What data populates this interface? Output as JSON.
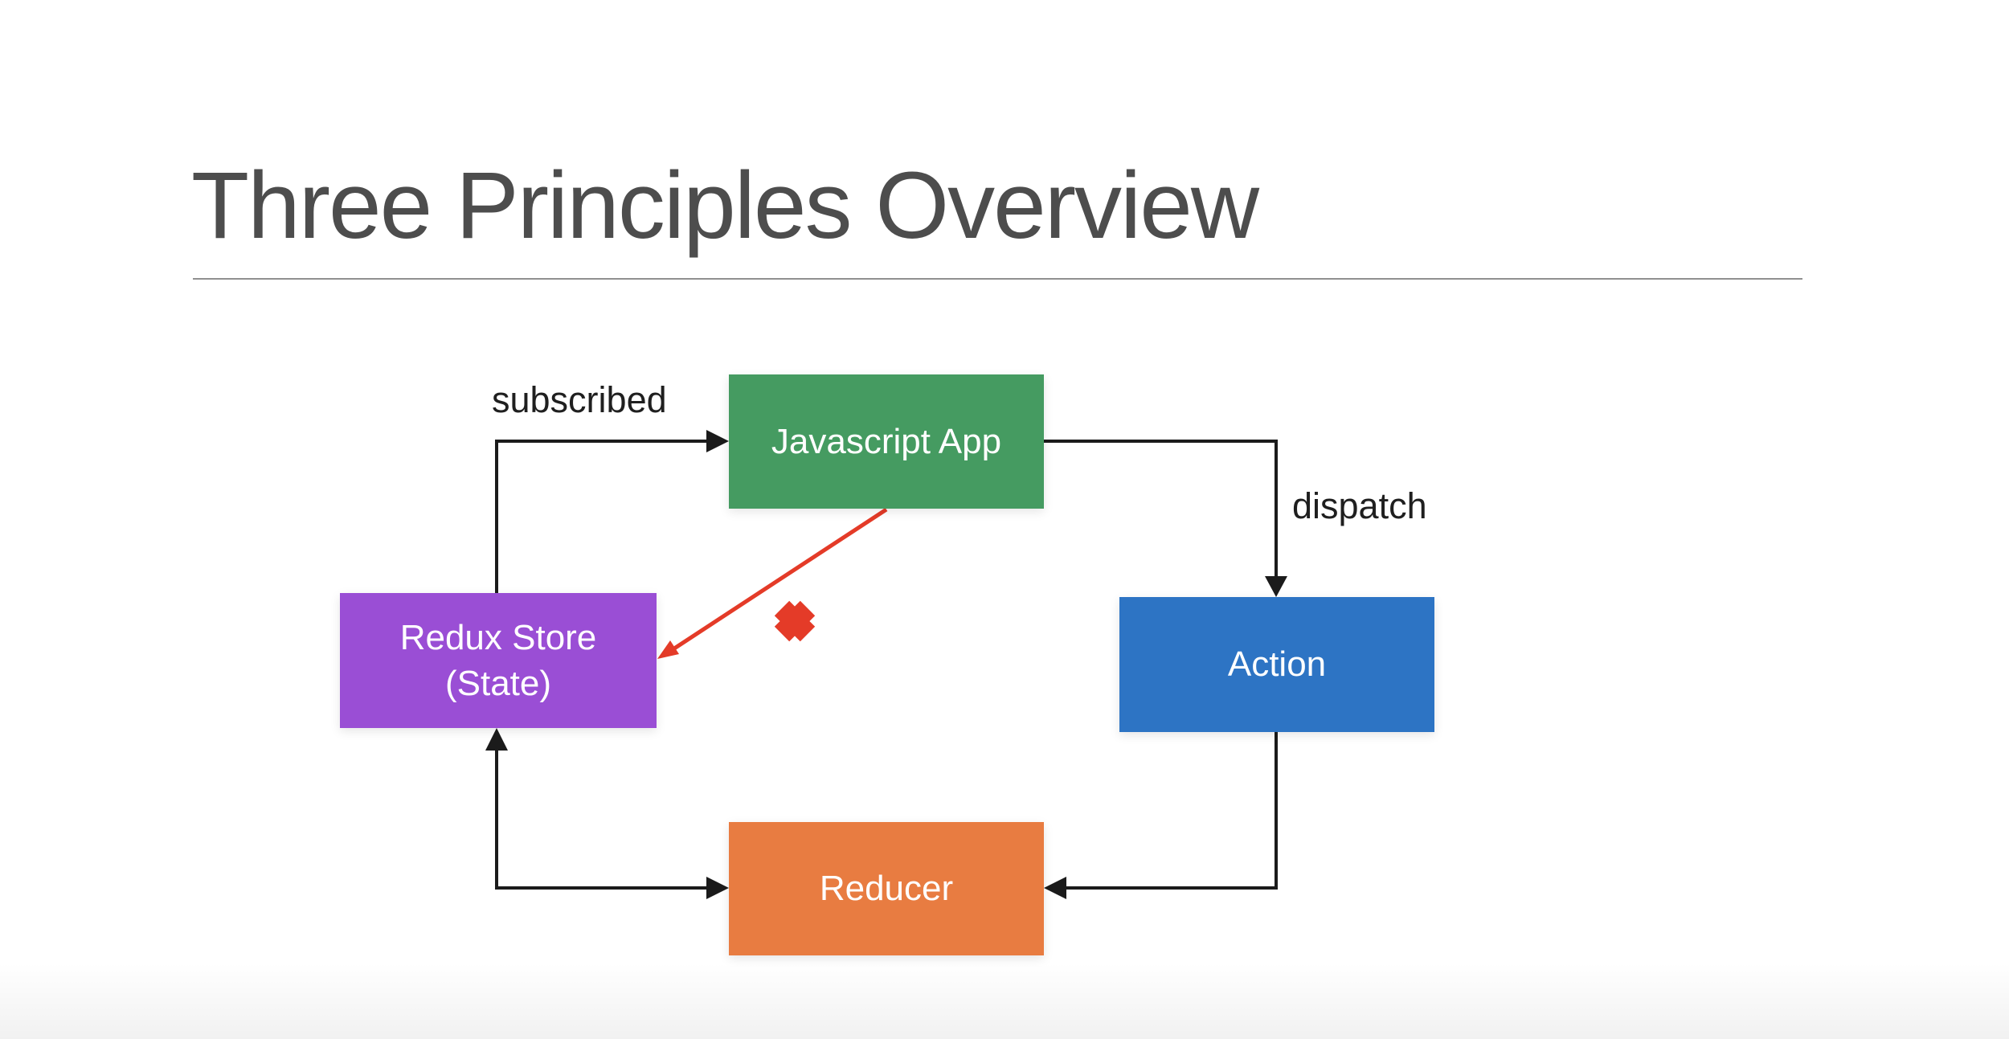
{
  "slide": {
    "title": "Three Principles Overview"
  },
  "diagram": {
    "nodes": [
      {
        "id": "javascript-app",
        "label": "Javascript App",
        "color": "#459b61"
      },
      {
        "id": "redux-store",
        "label": "Redux Store",
        "label_line2": "(State)",
        "color": "#9a4ed5"
      },
      {
        "id": "action",
        "label": "Action",
        "color": "#2d74c4"
      },
      {
        "id": "reducer",
        "label": "Reducer",
        "color": "#e87c41"
      }
    ],
    "edge_labels": {
      "subscribed": "subscribed",
      "dispatch": "dispatch"
    },
    "icons": {
      "x_mark_icon": "✖"
    }
  },
  "colors": {
    "background": "#ffffff",
    "title_text": "#4d4d4d",
    "underline": "#909090",
    "label_text": "#1f1f1f",
    "box_text": "#ffffff",
    "arrow": "#1b1b1b",
    "red": "#e43b28"
  }
}
